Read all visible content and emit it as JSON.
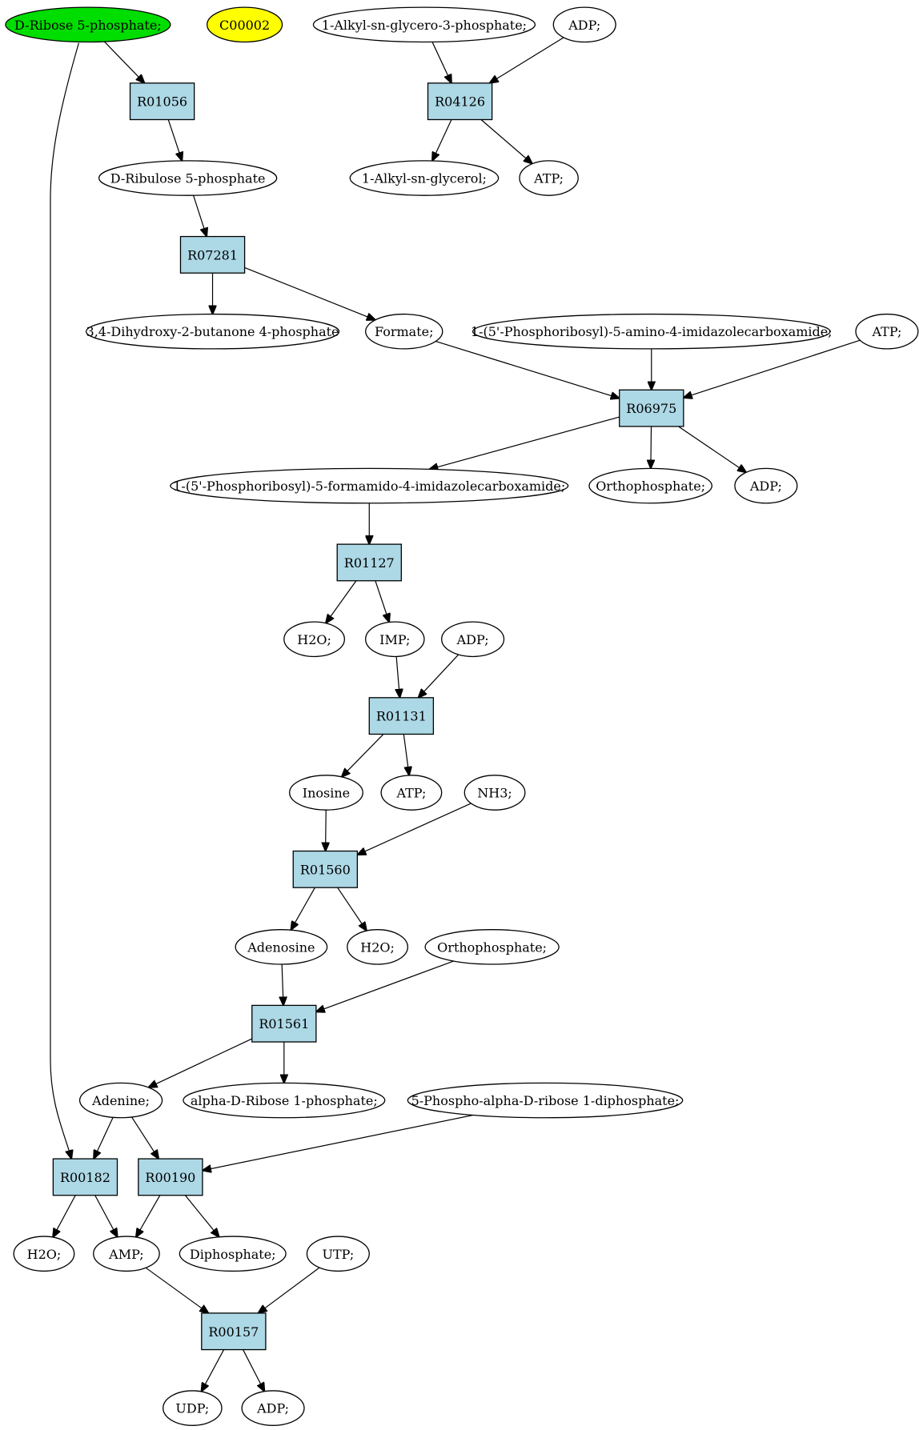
{
  "colors": {
    "reaction_fill": "#add8e6",
    "compound_fill": "#ffffff",
    "source_fill": "#00dd00",
    "highlight_fill": "#ffff00"
  },
  "nodes": [
    {
      "id": "c_r5p",
      "label": "D-Ribose 5-phosphate;",
      "kind": "compound",
      "fill": "source"
    },
    {
      "id": "c_c00002",
      "label": "C00002",
      "kind": "compound",
      "fill": "highlight"
    },
    {
      "id": "c_alkyl_g3p",
      "label": "1-Alkyl-sn-glycero-3-phosphate;",
      "kind": "compound"
    },
    {
      "id": "c_adp1",
      "label": "ADP;",
      "kind": "compound"
    },
    {
      "id": "r_R01056",
      "label": "R01056",
      "kind": "reaction"
    },
    {
      "id": "r_R04126",
      "label": "R04126",
      "kind": "reaction"
    },
    {
      "id": "c_ru5p",
      "label": "D-Ribulose 5-phosphate",
      "kind": "compound"
    },
    {
      "id": "c_alkylglycerol",
      "label": "1-Alkyl-sn-glycerol;",
      "kind": "compound"
    },
    {
      "id": "c_atp1",
      "label": "ATP;",
      "kind": "compound"
    },
    {
      "id": "r_R07281",
      "label": "R07281",
      "kind": "reaction"
    },
    {
      "id": "c_dhbp",
      "label": "3,4-Dihydroxy-2-butanone 4-phosphate",
      "kind": "compound"
    },
    {
      "id": "c_formate",
      "label": "Formate;",
      "kind": "compound"
    },
    {
      "id": "c_aicar",
      "label": "1-(5'-Phosphoribosyl)-5-amino-4-imidazolecarboxamide;",
      "kind": "compound"
    },
    {
      "id": "c_atp2",
      "label": "ATP;",
      "kind": "compound"
    },
    {
      "id": "r_R06975",
      "label": "R06975",
      "kind": "reaction"
    },
    {
      "id": "c_faicar",
      "label": "1-(5'-Phosphoribosyl)-5-formamido-4-imidazolecarboxamide;",
      "kind": "compound"
    },
    {
      "id": "c_pi1",
      "label": "Orthophosphate;",
      "kind": "compound"
    },
    {
      "id": "c_adp2",
      "label": "ADP;",
      "kind": "compound"
    },
    {
      "id": "r_R01127",
      "label": "R01127",
      "kind": "reaction"
    },
    {
      "id": "c_h2o1",
      "label": "H2O;",
      "kind": "compound"
    },
    {
      "id": "c_imp",
      "label": "IMP;",
      "kind": "compound"
    },
    {
      "id": "c_adp3",
      "label": "ADP;",
      "kind": "compound"
    },
    {
      "id": "r_R01131",
      "label": "R01131",
      "kind": "reaction"
    },
    {
      "id": "c_inosine",
      "label": "Inosine",
      "kind": "compound"
    },
    {
      "id": "c_atp3",
      "label": "ATP;",
      "kind": "compound"
    },
    {
      "id": "c_nh3",
      "label": "NH3;",
      "kind": "compound"
    },
    {
      "id": "r_R01560",
      "label": "R01560",
      "kind": "reaction"
    },
    {
      "id": "c_adenosine",
      "label": "Adenosine",
      "kind": "compound"
    },
    {
      "id": "c_h2o2",
      "label": "H2O;",
      "kind": "compound"
    },
    {
      "id": "c_pi2",
      "label": "Orthophosphate;",
      "kind": "compound"
    },
    {
      "id": "r_R01561",
      "label": "R01561",
      "kind": "reaction"
    },
    {
      "id": "c_adenine",
      "label": "Adenine;",
      "kind": "compound"
    },
    {
      "id": "c_r1p",
      "label": "alpha-D-Ribose 1-phosphate;",
      "kind": "compound"
    },
    {
      "id": "c_prpp",
      "label": "5-Phospho-alpha-D-ribose 1-diphosphate;",
      "kind": "compound"
    },
    {
      "id": "r_R00182",
      "label": "R00182",
      "kind": "reaction"
    },
    {
      "id": "r_R00190",
      "label": "R00190",
      "kind": "reaction"
    },
    {
      "id": "c_h2o3",
      "label": "H2O;",
      "kind": "compound"
    },
    {
      "id": "c_amp",
      "label": "AMP;",
      "kind": "compound"
    },
    {
      "id": "c_ppi",
      "label": "Diphosphate;",
      "kind": "compound"
    },
    {
      "id": "c_utp",
      "label": "UTP;",
      "kind": "compound"
    },
    {
      "id": "r_R00157",
      "label": "R00157",
      "kind": "reaction"
    },
    {
      "id": "c_udp",
      "label": "UDP;",
      "kind": "compound"
    },
    {
      "id": "c_adp4",
      "label": "ADP;",
      "kind": "compound"
    }
  ],
  "edges": [
    {
      "from": "c_r5p",
      "to": "r_R01056"
    },
    {
      "from": "c_r5p",
      "to": "r_R00182"
    },
    {
      "from": "c_alkyl_g3p",
      "to": "r_R04126"
    },
    {
      "from": "c_adp1",
      "to": "r_R04126"
    },
    {
      "from": "r_R01056",
      "to": "c_ru5p"
    },
    {
      "from": "r_R04126",
      "to": "c_alkylglycerol"
    },
    {
      "from": "r_R04126",
      "to": "c_atp1"
    },
    {
      "from": "c_ru5p",
      "to": "r_R07281"
    },
    {
      "from": "r_R07281",
      "to": "c_dhbp"
    },
    {
      "from": "r_R07281",
      "to": "c_formate"
    },
    {
      "from": "c_formate",
      "to": "r_R06975"
    },
    {
      "from": "c_aicar",
      "to": "r_R06975"
    },
    {
      "from": "c_atp2",
      "to": "r_R06975"
    },
    {
      "from": "r_R06975",
      "to": "c_faicar"
    },
    {
      "from": "r_R06975",
      "to": "c_pi1"
    },
    {
      "from": "r_R06975",
      "to": "c_adp2"
    },
    {
      "from": "c_faicar",
      "to": "r_R01127"
    },
    {
      "from": "r_R01127",
      "to": "c_h2o1"
    },
    {
      "from": "r_R01127",
      "to": "c_imp"
    },
    {
      "from": "c_imp",
      "to": "r_R01131"
    },
    {
      "from": "c_adp3",
      "to": "r_R01131"
    },
    {
      "from": "r_R01131",
      "to": "c_inosine"
    },
    {
      "from": "r_R01131",
      "to": "c_atp3"
    },
    {
      "from": "c_inosine",
      "to": "r_R01560"
    },
    {
      "from": "c_nh3",
      "to": "r_R01560"
    },
    {
      "from": "r_R01560",
      "to": "c_adenosine"
    },
    {
      "from": "r_R01560",
      "to": "c_h2o2"
    },
    {
      "from": "c_adenosine",
      "to": "r_R01561"
    },
    {
      "from": "c_pi2",
      "to": "r_R01561"
    },
    {
      "from": "r_R01561",
      "to": "c_adenine"
    },
    {
      "from": "r_R01561",
      "to": "c_r1p"
    },
    {
      "from": "c_adenine",
      "to": "r_R00182"
    },
    {
      "from": "c_adenine",
      "to": "r_R00190"
    },
    {
      "from": "c_prpp",
      "to": "r_R00190"
    },
    {
      "from": "r_R00182",
      "to": "c_h2o3"
    },
    {
      "from": "r_R00182",
      "to": "c_amp"
    },
    {
      "from": "r_R00190",
      "to": "c_amp"
    },
    {
      "from": "r_R00190",
      "to": "c_ppi"
    },
    {
      "from": "c_amp",
      "to": "r_R00157"
    },
    {
      "from": "c_utp",
      "to": "r_R00157"
    },
    {
      "from": "r_R00157",
      "to": "c_udp"
    },
    {
      "from": "r_R00157",
      "to": "c_adp4"
    }
  ]
}
